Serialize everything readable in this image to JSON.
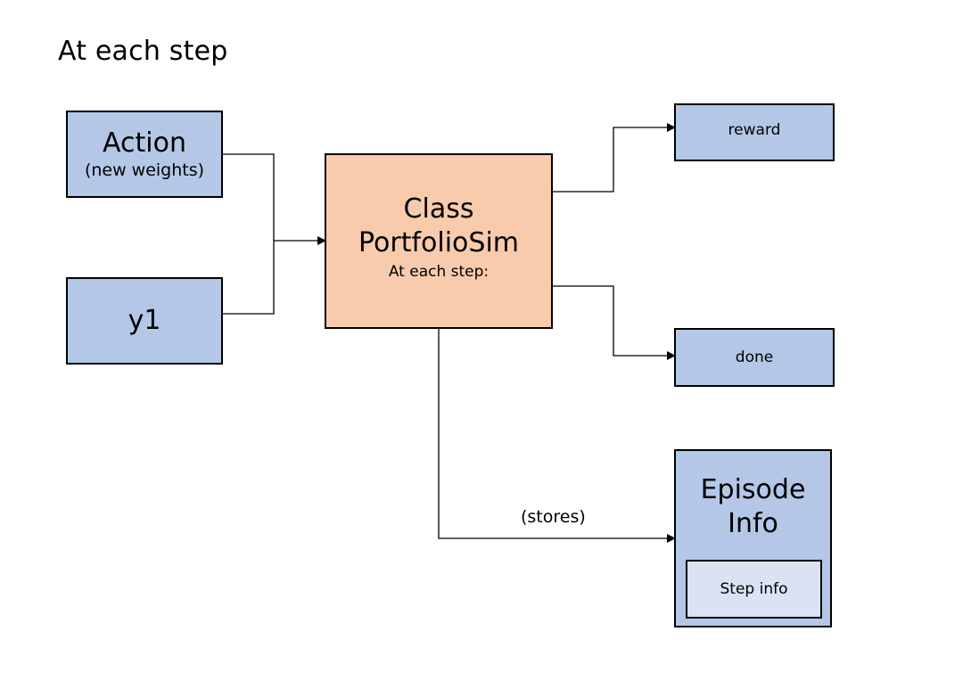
{
  "title": "At each step",
  "nodes": {
    "action": {
      "title": "Action",
      "subtitle": "(new weights)"
    },
    "y1": {
      "title": "y1"
    },
    "sim": {
      "line1": "Class",
      "line2": "PortfolioSim",
      "subtitle": "At each step:"
    },
    "reward": {
      "title": "reward"
    },
    "done": {
      "title": "done"
    },
    "episode": {
      "line1": "Episode",
      "line2": "Info",
      "inner": "Step info"
    }
  },
  "edges": {
    "stores_label": "(stores)"
  },
  "colors": {
    "input_box": "#b4c7e7",
    "process_box": "#f8cbad",
    "inner_box": "#dae3f3",
    "line": "#000000"
  }
}
